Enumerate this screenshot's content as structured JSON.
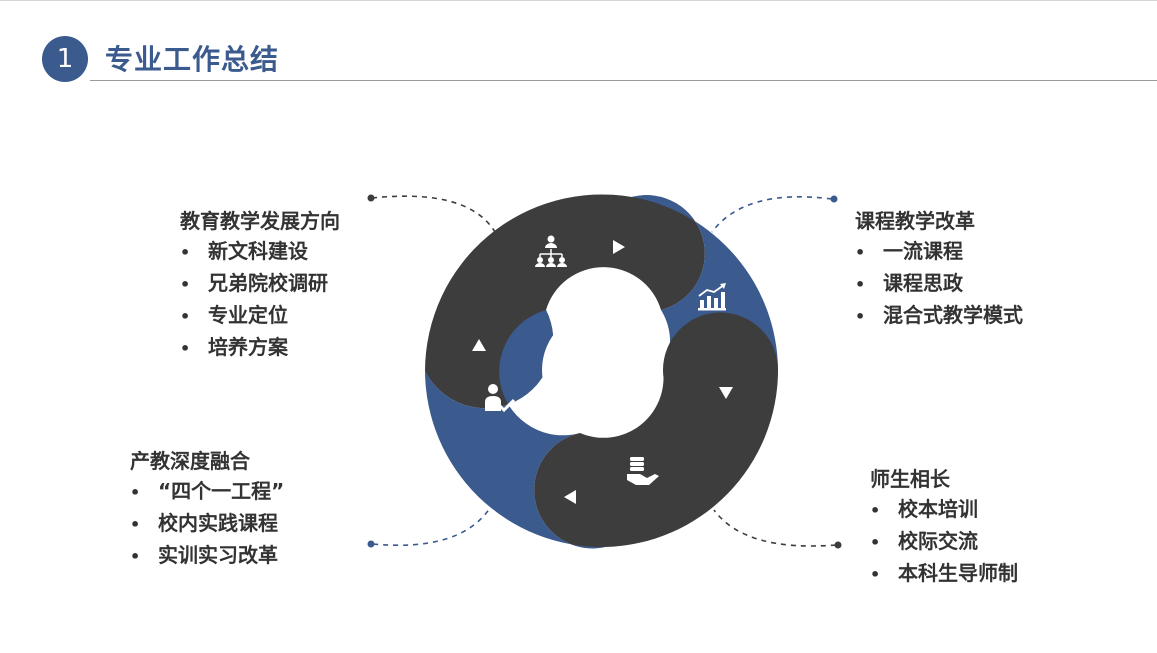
{
  "header": {
    "number": "1",
    "title": "专业工作总结"
  },
  "colors": {
    "dark": "#3d3d3d",
    "blue": "#3b5a8e",
    "text": "#333333"
  },
  "segments": [
    {
      "id": "top-left",
      "color": "#3d3d3d",
      "icon": "org-chart-icon",
      "arrow": "right"
    },
    {
      "id": "right",
      "color": "#3b5a8e",
      "icon": "growth-chart-icon",
      "arrow": "down"
    },
    {
      "id": "bottom",
      "color": "#3d3d3d",
      "icon": "hand-coins-icon",
      "arrow": "left"
    },
    {
      "id": "left",
      "color": "#3b5a8e",
      "icon": "person-check-icon",
      "arrow": "up"
    }
  ],
  "groups": {
    "top_left": {
      "heading": "教育教学发展方向",
      "items": [
        "新文科建设",
        "兄弟院校调研",
        "专业定位",
        "培养方案"
      ]
    },
    "top_right": {
      "heading": "课程教学改革",
      "items": [
        "一流课程",
        "课程思政",
        "混合式教学模式"
      ]
    },
    "bottom_left": {
      "heading": "产教深度融合",
      "items": [
        "“四个一工程”",
        "校内实践课程",
        "实训实习改革"
      ]
    },
    "bottom_right": {
      "heading": "师生相长",
      "items": [
        "校本培训",
        "校际交流",
        "本科生导师制"
      ]
    }
  }
}
